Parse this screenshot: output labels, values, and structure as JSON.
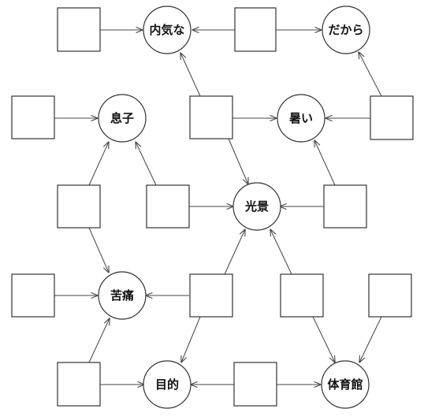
{
  "words": {
    "naiki": "内気な",
    "dakara": "だから",
    "musuko": "息子",
    "atsui": "暑い",
    "kokei": "光景",
    "kutsu": "苦痛",
    "mokuteki": "目的",
    "taiikukan": "体育館"
  },
  "blank_box_count": 14,
  "line_color": "#444444"
}
